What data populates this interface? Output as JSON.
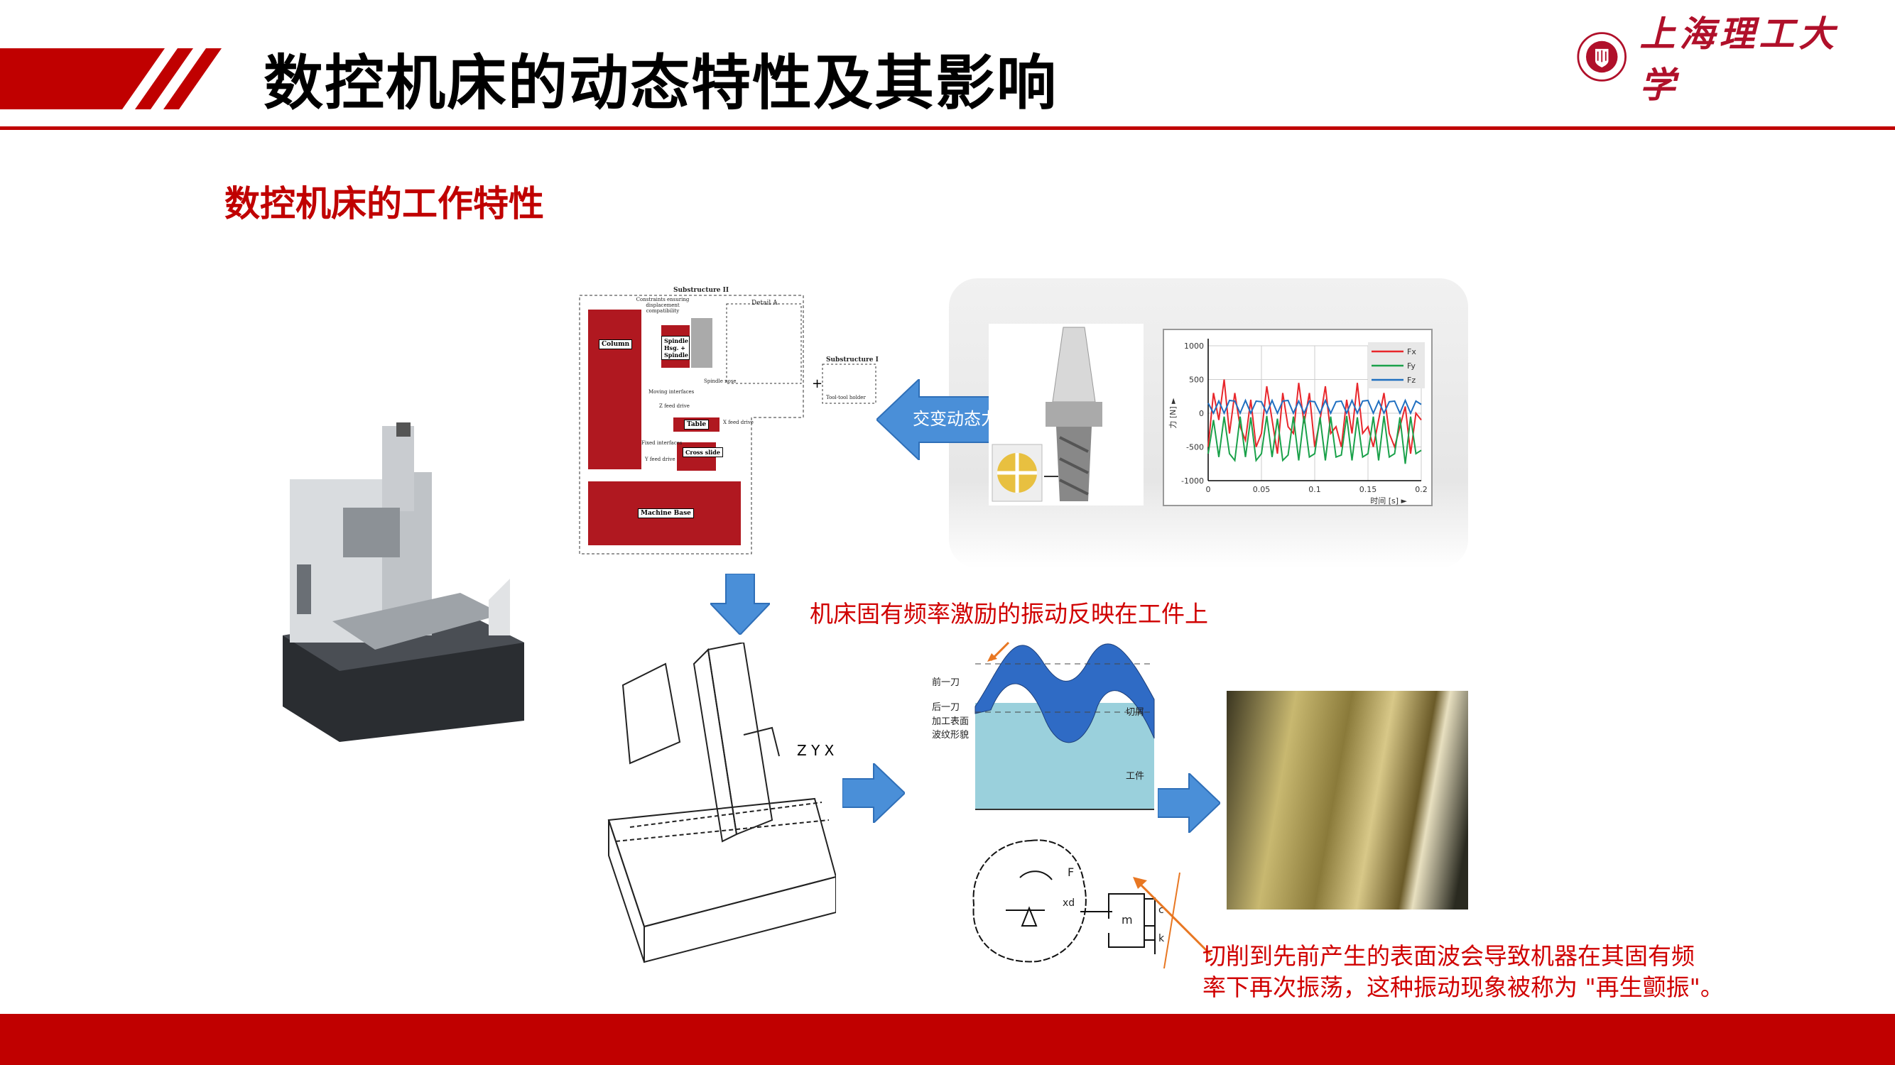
{
  "header": {
    "title": "数控机床的动态特性及其影响",
    "logo_text": "上海理工大学"
  },
  "subtitle": "数控机床的工作特性",
  "fem": {
    "title": "Substructure II",
    "column": "Column",
    "spindle": "Spindle Hsg. + Spindle",
    "table": "Table",
    "cross_slide": "Cross slide",
    "base": "Machine Base",
    "detail": "Detail A",
    "sub1": "Substructure I",
    "tool": "Tool-tool holder",
    "constraints": "Constraints ensuring displacement compatibility",
    "moving": "Moving interfaces",
    "fixed": "Fixed interfaces",
    "zfeed": "Z feed drive",
    "xfeed": "X feed drive",
    "yfeed": "Y feed drive",
    "spindle_nose": "Spindle nose"
  },
  "force_arrow_label": "交变动态力",
  "vibration_note": "机床固有频率激励的振动反映在工件上",
  "wave": {
    "prev": "前一刀",
    "next": "后一刀",
    "surface": "加工表面波纹形貌",
    "chip": "切屑",
    "work": "工件"
  },
  "regen": {
    "F": "F",
    "xd": "xd",
    "m": "m",
    "c": "c",
    "k": "k"
  },
  "chatter_note": [
    "切削到先前产生的表面波会导致机器在其固有频",
    "率下再次振荡，这种振动现象被称为 \"再生颤振\"。"
  ],
  "axes3d": {
    "z": "Z",
    "y": "Y",
    "x": "X"
  },
  "colors": {
    "brand_red": "#c00000",
    "arrow_blue": "#4a8fd8",
    "fx": "#e8262b",
    "fy": "#1aa14a",
    "fz": "#1f6fc0"
  },
  "chart_data": {
    "type": "line",
    "title": "",
    "xlabel": "时间 [s]",
    "ylabel": "力 [N]",
    "xlim": [
      0,
      0.2
    ],
    "ylim": [
      -1000,
      1000
    ],
    "xticks": [
      "0",
      "0.05",
      "0.1",
      "0.15",
      "0.2"
    ],
    "yticks": [
      "1000",
      "500",
      "0",
      "-500",
      "-1000"
    ],
    "legend_position": "top-right",
    "grid": true,
    "x": [
      0,
      0.005,
      0.01,
      0.015,
      0.02,
      0.025,
      0.03,
      0.035,
      0.04,
      0.045,
      0.05,
      0.055,
      0.06,
      0.065,
      0.07,
      0.075,
      0.08,
      0.085,
      0.09,
      0.095,
      0.1,
      0.105,
      0.11,
      0.115,
      0.12,
      0.125,
      0.13,
      0.135,
      0.14,
      0.145,
      0.15,
      0.155,
      0.16,
      0.165,
      0.17,
      0.175,
      0.18,
      0.185,
      0.19,
      0.195,
      0.2
    ],
    "series": [
      {
        "name": "Fx",
        "values": [
          -500,
          300,
          -100,
          500,
          -300,
          300,
          -200,
          -400,
          200,
          -500,
          -300,
          400,
          -100,
          -600,
          300,
          -200,
          -300,
          450,
          -150,
          300,
          -500,
          -100,
          400,
          -300,
          -200,
          -500,
          200,
          -300,
          450,
          -300,
          -200,
          -500,
          -100,
          300,
          -300,
          -500,
          -200,
          100,
          -600,
          0,
          -100
        ]
      },
      {
        "name": "Fy",
        "values": [
          -600,
          -100,
          -650,
          -50,
          -600,
          -700,
          -50,
          -650,
          -60,
          -700,
          -600,
          -40,
          -650,
          -80,
          -700,
          -620,
          -50,
          -700,
          -40,
          -650,
          -600,
          -60,
          -700,
          -50,
          -650,
          -620,
          -40,
          -700,
          -60,
          -650,
          -600,
          -50,
          -700,
          -40,
          -650,
          -600,
          -60,
          -750,
          -50,
          -600,
          -550
        ]
      },
      {
        "name": "Fz",
        "values": [
          150,
          0,
          180,
          0,
          190,
          180,
          0,
          190,
          0,
          180,
          170,
          0,
          190,
          0,
          180,
          190,
          0,
          180,
          0,
          180,
          170,
          0,
          190,
          0,
          170,
          180,
          0,
          190,
          0,
          180,
          190,
          0,
          180,
          0,
          170,
          180,
          0,
          190,
          0,
          180,
          130
        ]
      }
    ]
  }
}
